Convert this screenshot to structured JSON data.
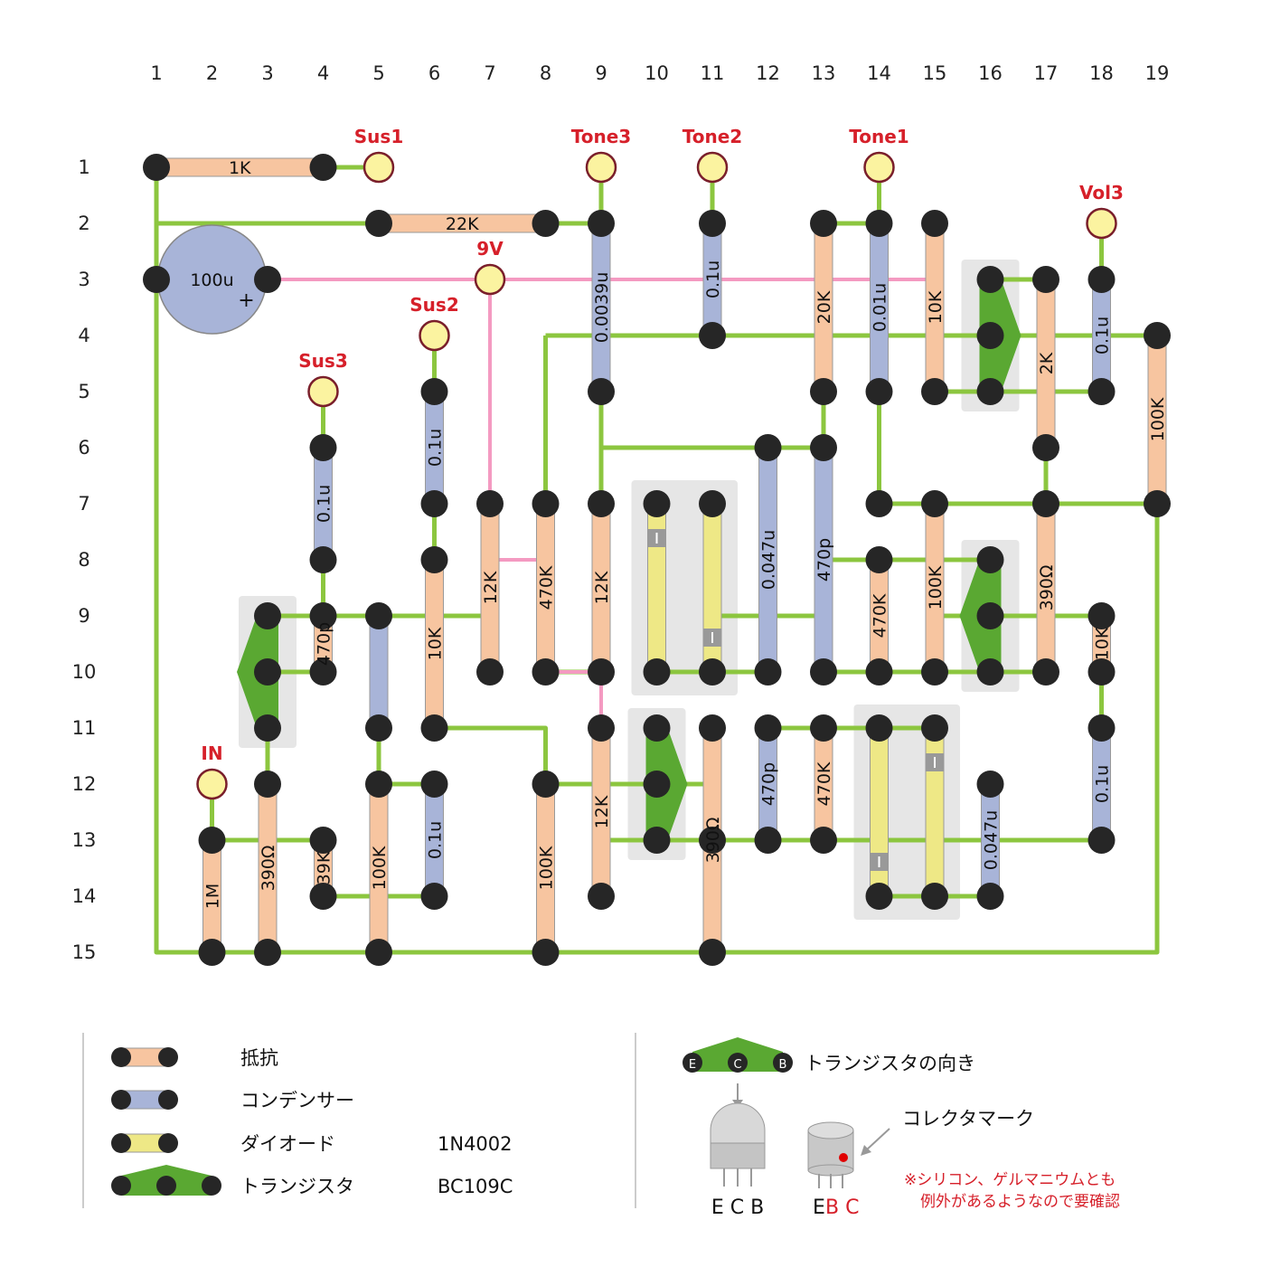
{
  "columns": [
    "1",
    "2",
    "3",
    "4",
    "5",
    "6",
    "7",
    "8",
    "9",
    "10",
    "11",
    "12",
    "13",
    "14",
    "15",
    "16",
    "17",
    "18",
    "19"
  ],
  "rows": [
    "1",
    "2",
    "3",
    "4",
    "5",
    "6",
    "7",
    "8",
    "9",
    "10",
    "11",
    "12",
    "13",
    "14",
    "15"
  ],
  "colors": {
    "wire": "#8cc63f",
    "power_wire": "#f49ac1",
    "resistor": "#f7c5a0",
    "capacitor": "#a8b4d8",
    "diode": "#eee886",
    "transistor": "#5aa832",
    "pad": "#262626",
    "jack_fill": "#fbf3a0",
    "jack_border": "#7a1f2b",
    "label_red": "#d6202a",
    "tray": "#e6e6e6"
  },
  "jacks": [
    {
      "label": "Sus1",
      "col": 5,
      "row": 1
    },
    {
      "label": "Tone3",
      "col": 9,
      "row": 1
    },
    {
      "label": "Tone2",
      "col": 11,
      "row": 1
    },
    {
      "label": "Tone1",
      "col": 14,
      "row": 1
    },
    {
      "label": "Vol3",
      "col": 18,
      "row": 2
    },
    {
      "label": "9V",
      "col": 7,
      "row": 3
    },
    {
      "label": "Sus2",
      "col": 6,
      "row": 4
    },
    {
      "label": "Sus3",
      "col": 4,
      "row": 5
    },
    {
      "label": "IN",
      "col": 2,
      "row": 12
    }
  ],
  "resistors": [
    {
      "label": "1K",
      "from": [
        1,
        1
      ],
      "to": [
        4,
        1
      ]
    },
    {
      "label": "22K",
      "from": [
        5,
        2
      ],
      "to": [
        8,
        2
      ]
    },
    {
      "label": "20K",
      "from": [
        13,
        2
      ],
      "to": [
        13,
        5
      ]
    },
    {
      "label": "10K",
      "from": [
        15,
        2
      ],
      "to": [
        15,
        5
      ]
    },
    {
      "label": "2K",
      "from": [
        17,
        3
      ],
      "to": [
        17,
        6
      ]
    },
    {
      "label": "100K",
      "from": [
        19,
        4
      ],
      "to": [
        19,
        7
      ]
    },
    {
      "label": "12K",
      "from": [
        7,
        7
      ],
      "to": [
        7,
        10
      ]
    },
    {
      "label": "470K",
      "from": [
        8,
        7
      ],
      "to": [
        8,
        10
      ]
    },
    {
      "label": "12K",
      "from": [
        9,
        7
      ],
      "to": [
        9,
        10
      ]
    },
    {
      "label": "390Ω",
      "from": [
        17,
        7
      ],
      "to": [
        17,
        10
      ]
    },
    {
      "label": "100K",
      "from": [
        15,
        7
      ],
      "to": [
        15,
        10
      ]
    },
    {
      "label": "470K",
      "from": [
        14,
        8
      ],
      "to": [
        14,
        10
      ]
    },
    {
      "label": "470p",
      "from": [
        4,
        9
      ],
      "to": [
        4,
        10
      ]
    },
    {
      "label": "10K",
      "from": [
        6,
        8
      ],
      "to": [
        6,
        11
      ]
    },
    {
      "label": "10K",
      "from": [
        18,
        9
      ],
      "to": [
        18,
        10
      ]
    },
    {
      "label": "12K",
      "from": [
        9,
        11
      ],
      "to": [
        9,
        14
      ]
    },
    {
      "label": "390Ω",
      "from": [
        11,
        11
      ],
      "to": [
        11,
        15
      ]
    },
    {
      "label": "470K",
      "from": [
        13,
        11
      ],
      "to": [
        13,
        13
      ]
    },
    {
      "label": "1M",
      "from": [
        2,
        13
      ],
      "to": [
        2,
        15
      ]
    },
    {
      "label": "390Ω",
      "from": [
        3,
        12
      ],
      "to": [
        3,
        15
      ]
    },
    {
      "label": "39K",
      "from": [
        4,
        13
      ],
      "to": [
        4,
        14
      ]
    },
    {
      "label": "100K",
      "from": [
        5,
        12
      ],
      "to": [
        5,
        15
      ]
    },
    {
      "label": "100K",
      "from": [
        8,
        12
      ],
      "to": [
        8,
        15
      ]
    }
  ],
  "capacitors": [
    {
      "label": "0.0039u",
      "from": [
        9,
        2
      ],
      "to": [
        9,
        5
      ]
    },
    {
      "label": "0.1u",
      "from": [
        11,
        2
      ],
      "to": [
        11,
        4
      ]
    },
    {
      "label": "0.01u",
      "from": [
        14,
        2
      ],
      "to": [
        14,
        5
      ]
    },
    {
      "label": "0.1u",
      "from": [
        18,
        3
      ],
      "to": [
        18,
        5
      ]
    },
    {
      "label": "0.1u",
      "from": [
        4,
        6
      ],
      "to": [
        4,
        8
      ]
    },
    {
      "label": "0.1u",
      "from": [
        6,
        5
      ],
      "to": [
        6,
        7
      ]
    },
    {
      "label": "0.047u",
      "from": [
        12,
        6
      ],
      "to": [
        12,
        10
      ]
    },
    {
      "label": "470p",
      "from": [
        13,
        6
      ],
      "to": [
        13,
        10
      ]
    },
    {
      "label": "",
      "from": [
        5,
        9
      ],
      "to": [
        5,
        11
      ]
    },
    {
      "label": "0.1u",
      "from": [
        6,
        12
      ],
      "to": [
        6,
        14
      ]
    },
    {
      "label": "470p",
      "from": [
        12,
        11
      ],
      "to": [
        12,
        13
      ]
    },
    {
      "label": "0.047u",
      "from": [
        16,
        12
      ],
      "to": [
        16,
        14
      ]
    },
    {
      "label": "0.1u",
      "from": [
        18,
        11
      ],
      "to": [
        18,
        13
      ]
    }
  ],
  "electrolytic": {
    "label": "100u",
    "plus": "+",
    "from": [
      1,
      3
    ],
    "to": [
      3,
      3
    ]
  },
  "diodes": [
    {
      "col": 10,
      "from_row": 7,
      "to_row": 10,
      "band": "top"
    },
    {
      "col": 11,
      "from_row": 7,
      "to_row": 10,
      "band": "bottom"
    },
    {
      "col": 14,
      "from_row": 11,
      "to_row": 14,
      "band": "bottom"
    },
    {
      "col": 15,
      "from_row": 11,
      "to_row": 14,
      "band": "top"
    }
  ],
  "transistors": [
    {
      "col": 16,
      "rows": [
        3,
        4,
        5
      ],
      "point": "right"
    },
    {
      "col": 16,
      "rows": [
        8,
        9,
        10
      ],
      "point": "left"
    },
    {
      "col": 3,
      "rows": [
        9,
        10,
        11
      ],
      "point": "left"
    },
    {
      "col": 10,
      "rows": [
        11,
        12,
        13
      ],
      "point": "right"
    }
  ],
  "legend": {
    "resistor_label": "抵抗",
    "capacitor_label": "コンデンサー",
    "diode_label": "ダイオード",
    "diode_part": "1N4002",
    "transistor_label": "トランジスタ",
    "transistor_part": "BC109C",
    "orientation_label": "トランジスタの向き",
    "orientation_pins": [
      "E",
      "C",
      "B"
    ],
    "collector_mark_label": "コレクタマーク",
    "package_a_pins": "E C B",
    "package_b_pin_e": "E",
    "package_b_pins_bc": "B C",
    "note_line1": "※シリコン、ゲルマニウムとも",
    "note_line2": "例外があるようなので要確認"
  }
}
